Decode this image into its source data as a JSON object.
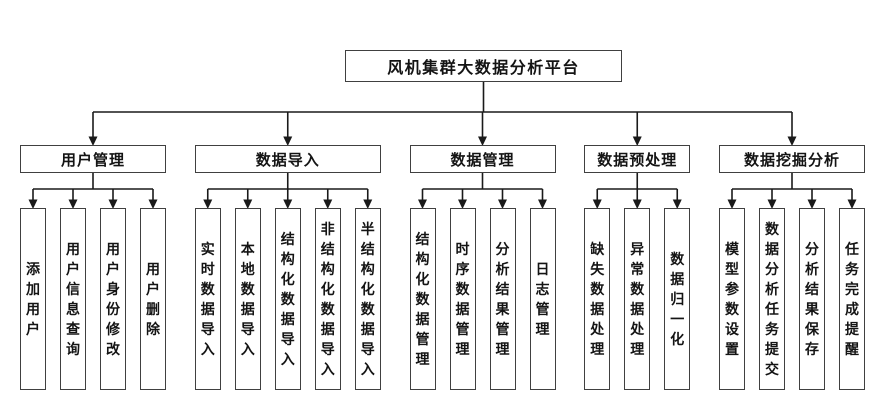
{
  "root": {
    "label": "风机集群大数据分析平台"
  },
  "groups": [
    {
      "label": "用户管理",
      "children": [
        "添加用户",
        "用户信息查询",
        "用户身份修改",
        "用户删除"
      ]
    },
    {
      "label": "数据导入",
      "children": [
        "实时数据导入",
        "本地数据导入",
        "结构化数据导入",
        "非结构化数据导入",
        "半结构化数据导入"
      ]
    },
    {
      "label": "数据管理",
      "children": [
        "结构化数据管理",
        "时序数据管理",
        "分析结果管理",
        "日志管理"
      ]
    },
    {
      "label": "数据预处理",
      "children": [
        "缺失数据处理",
        "异常数据处理",
        "数据归一化"
      ]
    },
    {
      "label": "数据挖掘分析",
      "children": [
        "模型参数设置",
        "数据分析任务提交",
        "分析结果保存",
        "任务完成提醒"
      ]
    }
  ],
  "colors": {
    "box_border": "#404040",
    "line": "#1a1a1a",
    "text": "#141414",
    "background": "#ffffff"
  }
}
